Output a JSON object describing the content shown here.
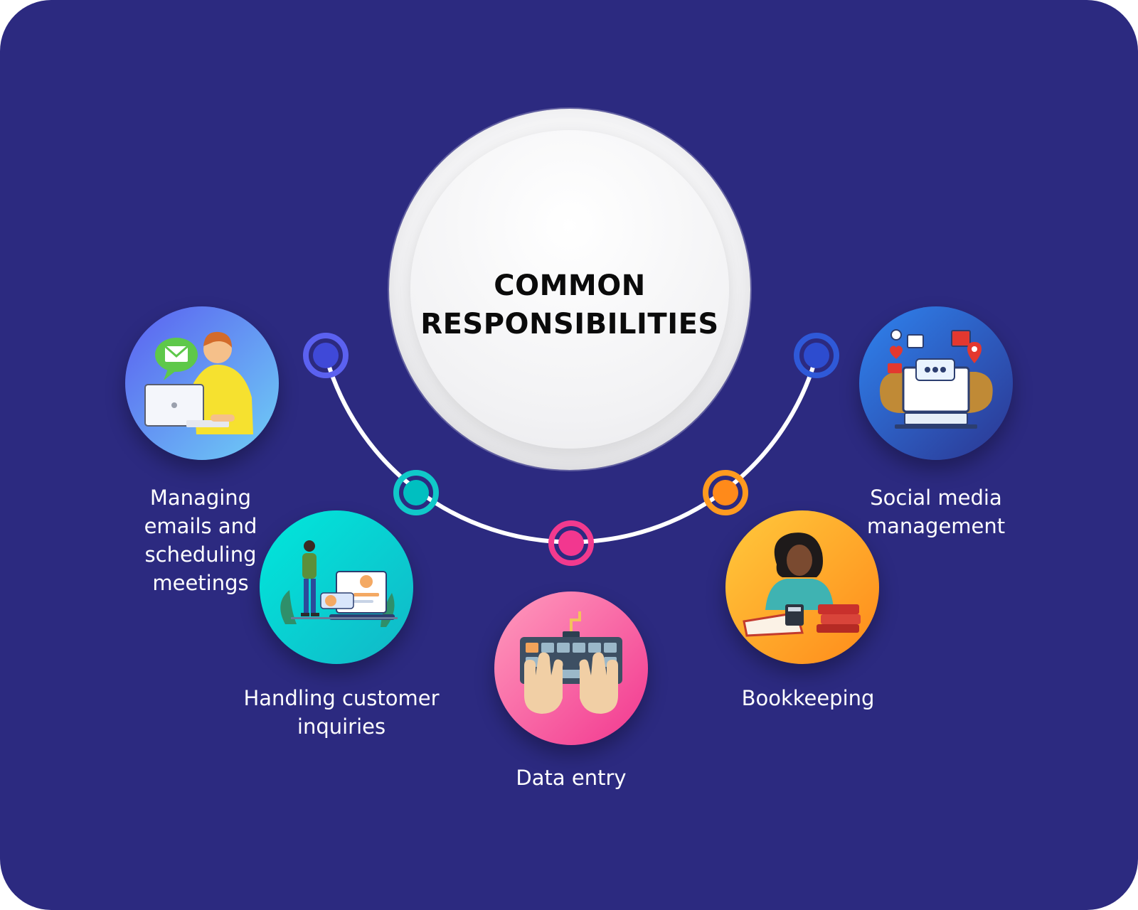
{
  "title_lines": [
    "COMMON",
    "RESPONSIBILITIES"
  ],
  "items": [
    {
      "label_lines": [
        "Managing",
        "emails and",
        "scheduling",
        "meetings"
      ],
      "icon": "emails-scheduling-icon",
      "colors": [
        "#5a5ff0",
        "#6fd0f6"
      ],
      "ring_color": "#5b61f0"
    },
    {
      "label_lines": [
        "Handling customer",
        "inquiries"
      ],
      "icon": "customer-support-icon",
      "colors": [
        "#00e8dc",
        "#12b7c7"
      ],
      "ring_color": "#10c9c9"
    },
    {
      "label_lines": [
        "Data entry"
      ],
      "icon": "keyboard-typing-icon",
      "colors": [
        "#ff9bbd",
        "#f2378f"
      ],
      "ring_color": "#f23a8e"
    },
    {
      "label_lines": [
        "Bookkeeping"
      ],
      "icon": "bookkeeping-icon",
      "colors": [
        "#ffc93c",
        "#ff8a1a"
      ],
      "ring_color": "#ff9a1f"
    },
    {
      "label_lines": [
        "Social media",
        "management"
      ],
      "icon": "social-media-icon",
      "colors": [
        "#2e84f0",
        "#2c3590"
      ],
      "ring_color": "#2f59d8"
    }
  ]
}
